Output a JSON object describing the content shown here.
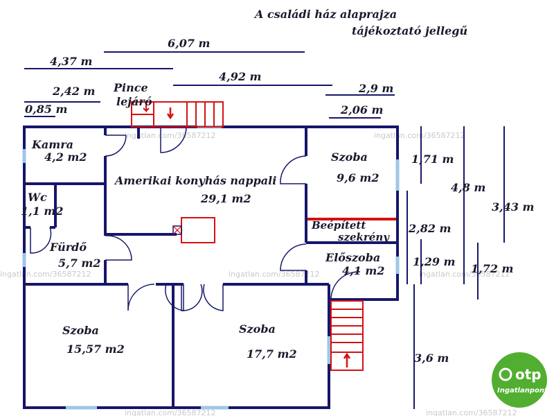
{
  "title": {
    "line1": "A családi ház alaprajza",
    "line2": "tájékoztató jellegű"
  },
  "rooms": {
    "kamra": {
      "name": "Kamra",
      "area": "4,2 m2"
    },
    "wc": {
      "name": "Wc",
      "area": "1,1 m2"
    },
    "furdo": {
      "name": "Fürdő",
      "area": "5,7 m2"
    },
    "nappali": {
      "name": "Amerikai konyhás nappali",
      "area": "29,1 m2"
    },
    "szoba_ne": {
      "name": "Szoba",
      "area": "9,6 m2"
    },
    "beepitett": {
      "line1": "Beépített",
      "line2": "szekrény"
    },
    "eloszoba": {
      "name": "Előszoba",
      "area": "4,1 m2"
    },
    "szoba_sw": {
      "name": "Szoba",
      "area": "15,57 m2"
    },
    "szoba_s": {
      "name": "Szoba",
      "area": "17,7 m2"
    },
    "pince": {
      "line1": "Pince",
      "line2": "lejáró"
    }
  },
  "dimensions": {
    "top": [
      "6,07 m",
      "4,37 m",
      "4,92 m",
      "2,42 m",
      "2,9 m",
      "0,85 m",
      "2,06 m"
    ],
    "right": [
      "1,71 m",
      "4,8 m",
      "3,43 m",
      "2,82 m",
      "1,29 m",
      "1,72 m",
      "3,6 m"
    ]
  },
  "watermark": "ingatlan.com/36587212",
  "logo": {
    "brand": "otp",
    "sub": "Ingatlanpont",
    "color": "#52ae30"
  },
  "colors": {
    "walls": "#16166b",
    "stairs": "#d41111",
    "windows": "#9fc7e6"
  }
}
